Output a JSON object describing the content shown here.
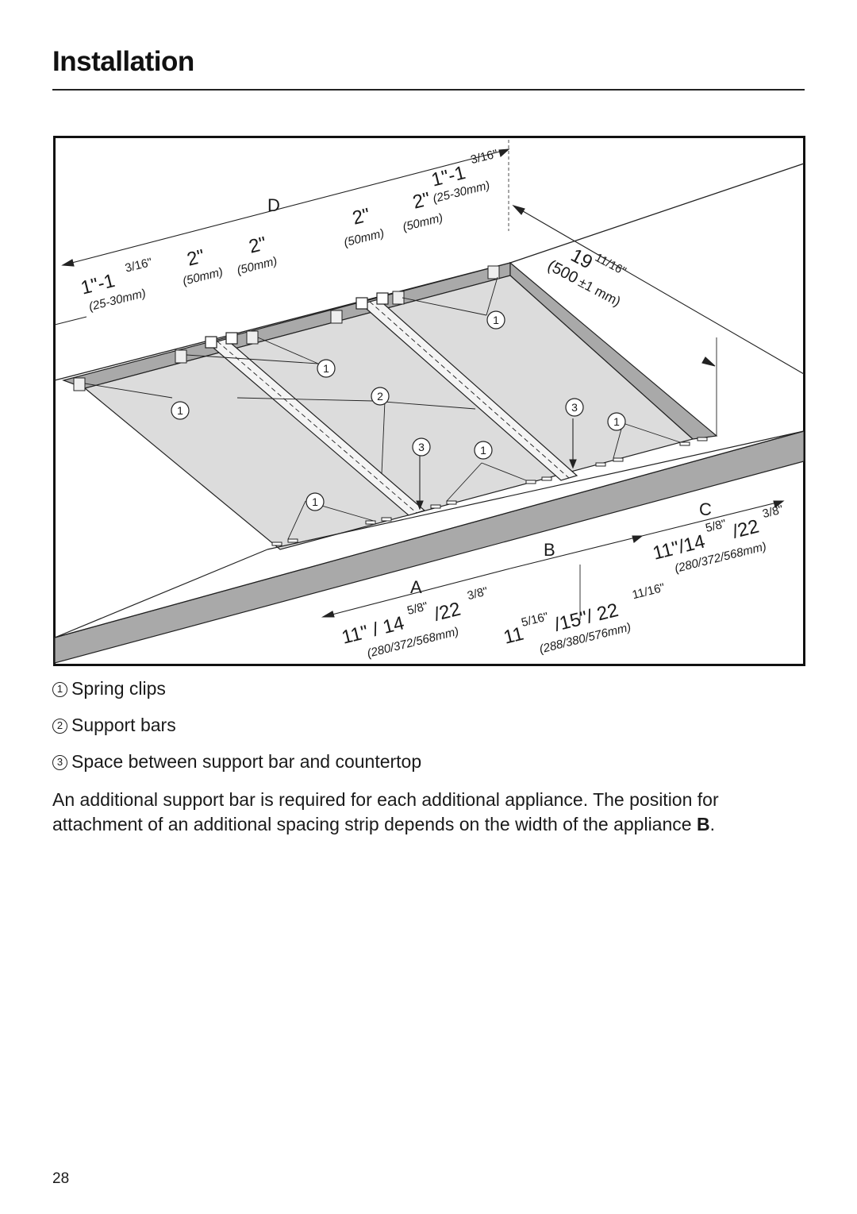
{
  "page": {
    "title": "Installation",
    "page_number": "28"
  },
  "figure": {
    "labels": {
      "A": "A",
      "B": "B",
      "C": "C",
      "D": "D",
      "callout_1": "1",
      "callout_2": "2",
      "callout_3": "3"
    },
    "dimensions": {
      "edge_offset_main": "1\"-1",
      "edge_offset_frac": "3/16\"",
      "edge_offset_mm": "(25-30mm)",
      "two_inch": "2\"",
      "fifty_mm": "(50mm)",
      "depth_main": "19",
      "depth_frac": "11/16\"",
      "depth_mm": "(500",
      "depth_tol": "±1 mm)",
      "A_main": "11\" / 14",
      "A_frac1": "5/8\"",
      "A_mid": "/22",
      "A_frac2": "3/8\"",
      "A_mm": "(280/372/568mm)",
      "B_main1": "11",
      "B_frac1": "5/16\"",
      "B_mid": "/15\"/ 22",
      "B_frac2": "11/16\"",
      "B_mm": "(288/380/576mm)",
      "C_main": "11\"/14",
      "C_frac1": "5/8\"",
      "C_mid": "/22",
      "C_frac2": "3/8\"",
      "C_mm": "(280/372/568mm)"
    }
  },
  "legend": [
    {
      "number": "1",
      "text": "Spring clips"
    },
    {
      "number": "2",
      "text": "Support bars"
    },
    {
      "number": "3",
      "text": "Space between support bar and countertop"
    }
  ],
  "note": {
    "text_before": "An additional support bar is required for each additional appliance. The position for attachment of an additional spacing strip depends on the width of the appliance ",
    "bold": "B",
    "text_after": "."
  }
}
